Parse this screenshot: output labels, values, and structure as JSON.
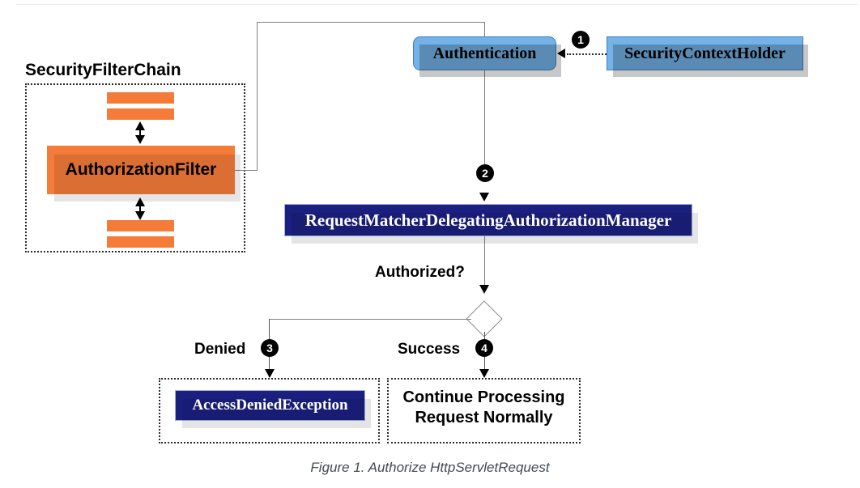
{
  "figure": {
    "caption": "Figure 1. Authorize HttpServletRequest"
  },
  "groups": {
    "security_filter_chain": {
      "title": "SecurityFilterChain"
    }
  },
  "nodes": {
    "authorization_filter": "AuthorizationFilter",
    "authentication": "Authentication",
    "security_context_holder": "SecurityContextHolder",
    "authorization_manager": "RequestMatcherDelegatingAuthorizationManager",
    "access_denied_exception": "AccessDeniedException",
    "continue_processing_line1": "Continue Processing",
    "continue_processing_line2": "Request Normally"
  },
  "labels": {
    "authorized_question": "Authorized?",
    "denied": "Denied",
    "success": "Success"
  },
  "badges": {
    "step1": "1",
    "step2": "2",
    "step3": "3",
    "step4": "4"
  },
  "colors": {
    "orange": "#f47b38",
    "blue": "#74b3e8",
    "navy": "#1b2080",
    "line": "#808080",
    "caption": "#3f4b52"
  }
}
